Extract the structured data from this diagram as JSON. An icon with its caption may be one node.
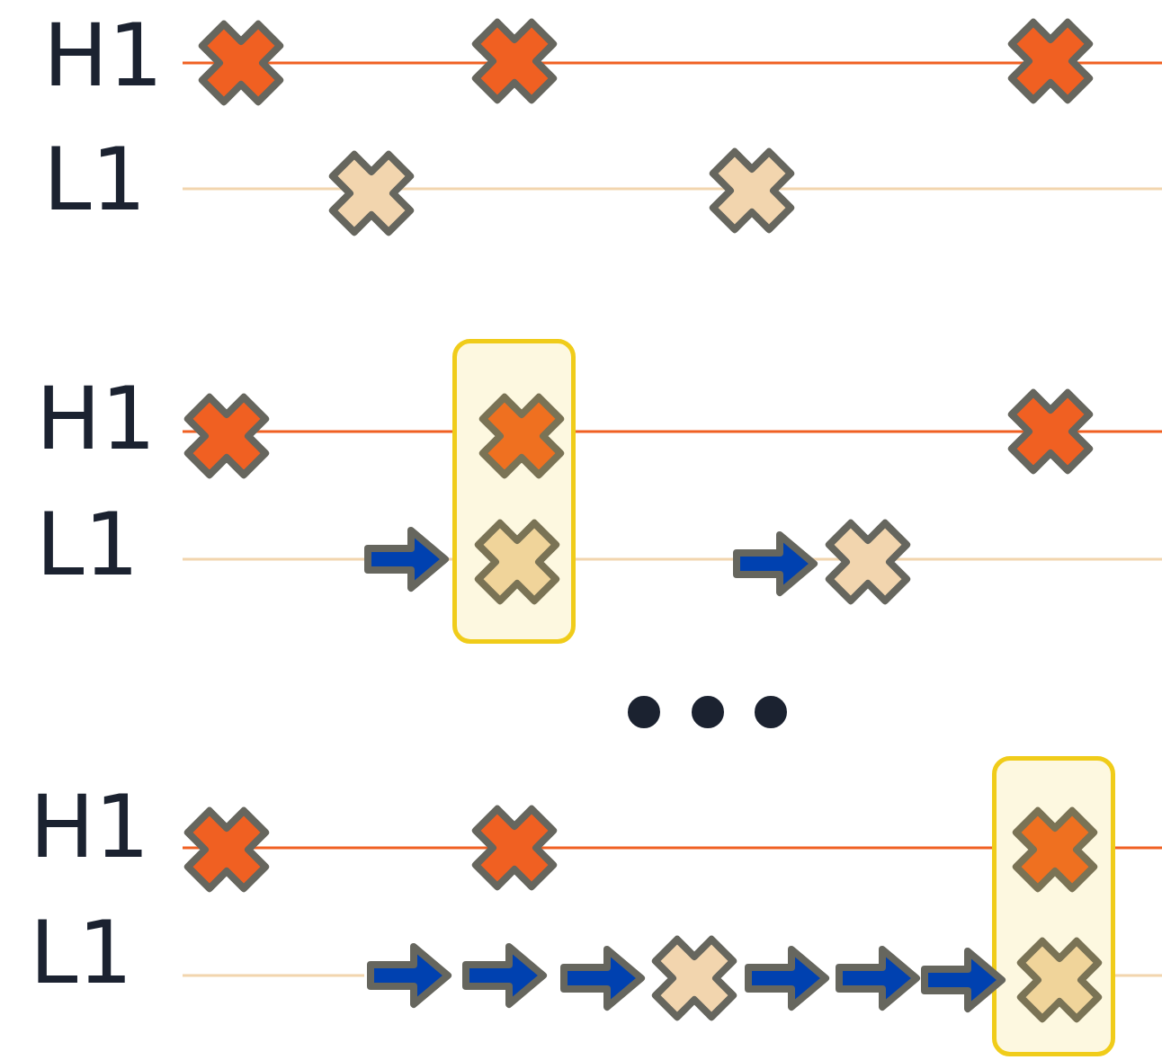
{
  "diagram": {
    "nodes": [
      {
        "text": [],
        "shape": "cross"
      },
      {
        "text": [],
        "shape": "cross"
      },
      {
        "text": [],
        "shape": "cross"
      },
      {
        "text": [],
        "shape": "cross"
      },
      {
        "text": [],
        "shape": "cross"
      },
      {
        "text": [],
        "shape": "cross"
      },
      {
        "text": [],
        "shape": "box"
      },
      {
        "text": [],
        "shape": "cross",
        "in": 6
      },
      {
        "text": [],
        "shape": "cross",
        "in": 6
      },
      {
        "text": [],
        "shape": "cross"
      },
      {
        "text": [],
        "shape": "cross"
      },
      {
        "text": [],
        "shape": "cross"
      },
      {
        "text": [],
        "shape": "cross"
      },
      {
        "text": [],
        "shape": "box"
      },
      {
        "text": [],
        "shape": "cross",
        "in": 13
      },
      {
        "text": [],
        "shape": "cross",
        "in": 13
      },
      {
        "text": [],
        "shape": "cross"
      }
    ],
    "labels": [
      "H1",
      "L1",
      "H1",
      "L1",
      "H1",
      "L1"
    ]
  }
}
